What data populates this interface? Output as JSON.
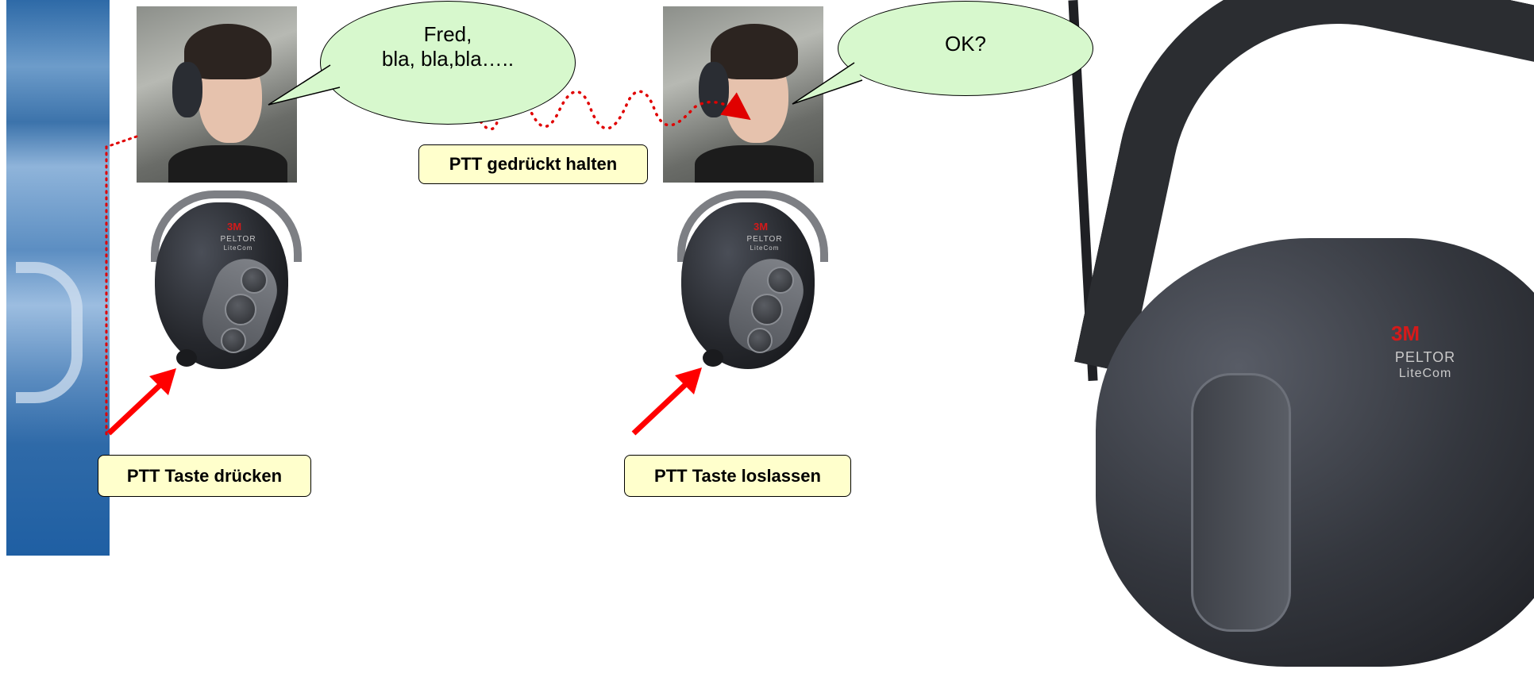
{
  "bubbles": {
    "left": [
      "Fred,",
      "bla, bla,bla….."
    ],
    "right": "OK?"
  },
  "labels": {
    "hold": "PTT gedrückt halten",
    "press": "PTT Taste drücken",
    "release": "PTT Taste loslassen"
  },
  "device": {
    "maker": "3M",
    "brand": "PELTOR",
    "model": "LiteCom"
  },
  "colors": {
    "bubble_fill": "#d7f8cd",
    "label_fill": "#ffffcc",
    "arrow": "#ff0000",
    "dotted_line": "#e00000"
  }
}
